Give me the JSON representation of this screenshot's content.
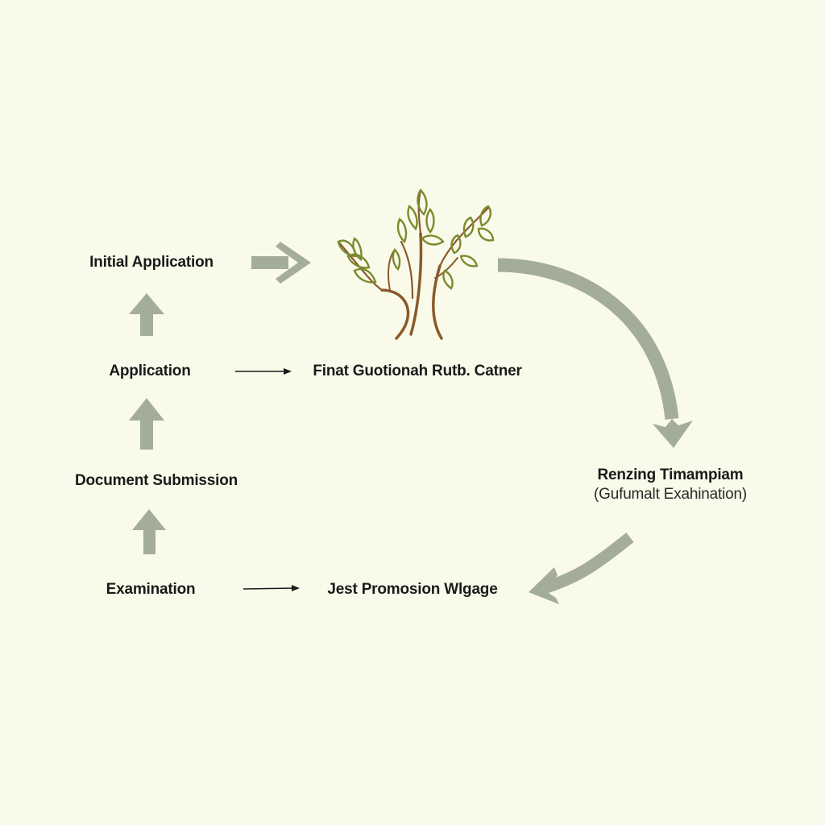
{
  "steps": {
    "initial_application": "Initial Application",
    "application": "Application",
    "document_submission": "Document Submission",
    "examination": "Examination",
    "final_goal": "Finat Guotionah Rutb. Catner",
    "renzing_title": "Renzing Timampiam",
    "renzing_sub": "(Gufumalt Exahination)",
    "jest_promotion": "Jest Promosion Wlgage"
  },
  "colors": {
    "background": "#f9fae9",
    "arrow": "#a4ad98",
    "text": "#1a1a1a",
    "plant_stem": "#8a5a2b",
    "plant_leaf": "#7b8a2e"
  },
  "icons": {
    "plant": "plant-sprig-icon"
  }
}
